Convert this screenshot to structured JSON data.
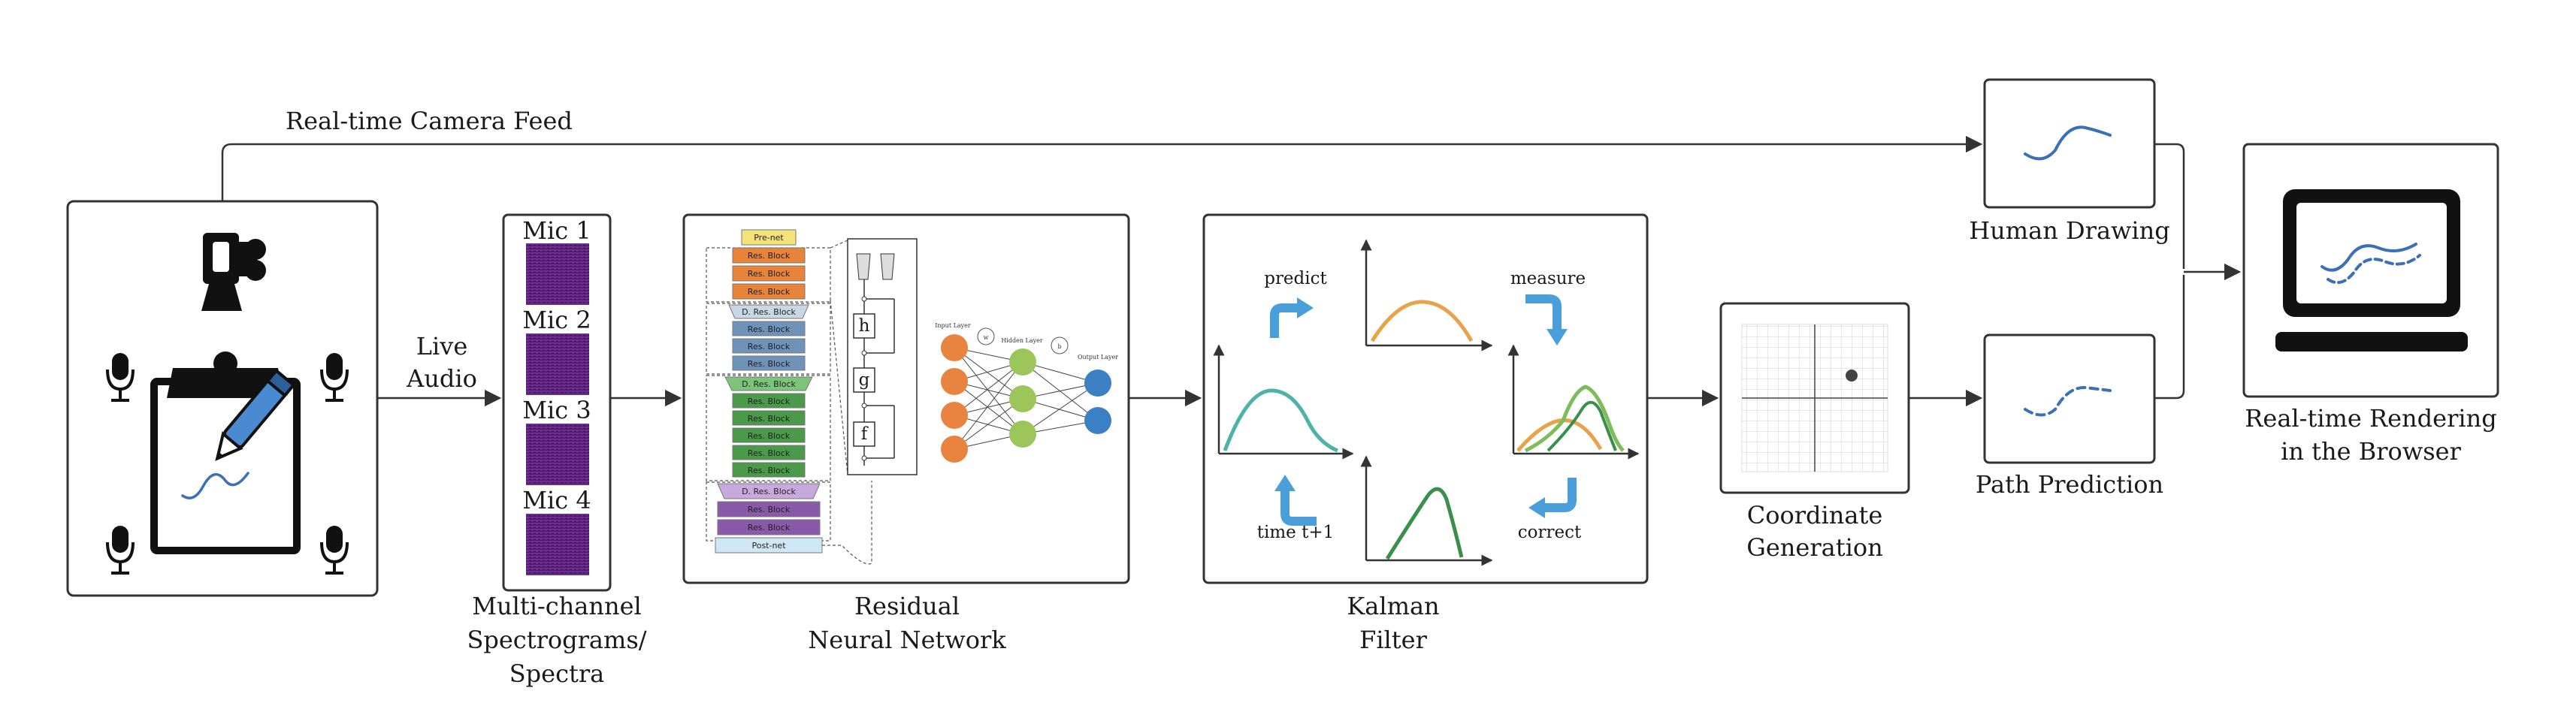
{
  "top_feed": {
    "label": "Real-time Camera Feed"
  },
  "audio_link": {
    "line1": "Live",
    "line2": "Audio"
  },
  "spectrograms": {
    "mics": [
      "Mic 1",
      "Mic 2",
      "Mic 3",
      "Mic 4"
    ],
    "caption": [
      "Multi-channel",
      "Spectrograms/",
      "Spectra"
    ]
  },
  "resnet": {
    "caption": [
      "Residual",
      "Neural Network"
    ],
    "blocks": {
      "pre_net": "Pre-net",
      "res_block": "Res. Block",
      "d_res_block": "D. Res. Block",
      "post_net": "Post-net"
    },
    "functions": [
      "h",
      "g",
      "f"
    ],
    "nn_labels": {
      "input": "Input Layer",
      "hidden": "Hidden Layer",
      "output": "Output Layer",
      "w": "w",
      "b": "b"
    }
  },
  "kalman": {
    "caption": [
      "Kalman",
      "Filter"
    ],
    "steps": {
      "predict": "predict",
      "measure": "measure",
      "correct": "correct",
      "time": "time t+1"
    }
  },
  "coordinate": {
    "caption": [
      "Coordinate",
      "Generation"
    ]
  },
  "human_drawing": {
    "label": "Human Drawing"
  },
  "path_prediction": {
    "label": "Path Prediction"
  },
  "rendering": {
    "caption": [
      "Real-time Rendering",
      "in the Browser"
    ]
  },
  "colors": {
    "stroke": "#333333",
    "pen_blue": "#3b6fb6",
    "arrow_blue": "#4a9fdb",
    "teal": "#4db3a6",
    "orange": "#e8a24a",
    "green": "#3a8f4a",
    "purple": "#6b2f8f"
  }
}
